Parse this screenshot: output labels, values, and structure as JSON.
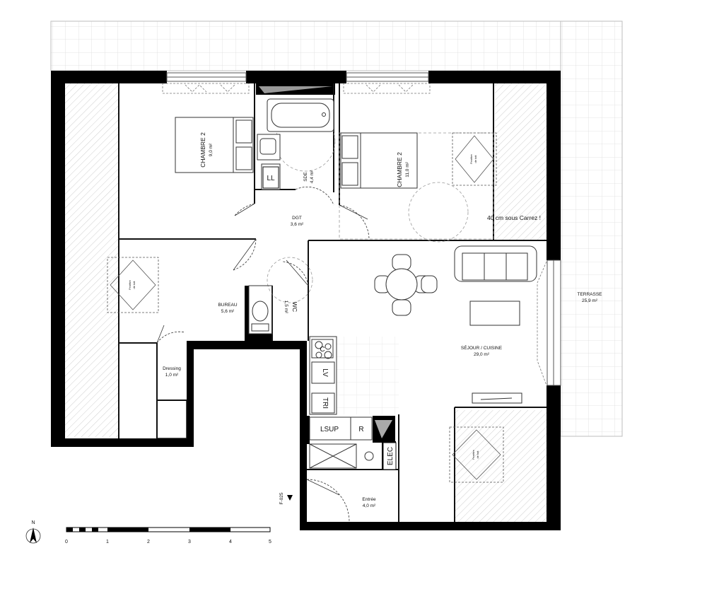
{
  "rooms": {
    "chambre_left": {
      "name": "CHAMBRE 2",
      "area": "9,0 m²"
    },
    "sde": {
      "name": "SDE",
      "area": "4,4 m²"
    },
    "chambre_right": {
      "name": "CHAMBRE 2",
      "area": "11,0 m²"
    },
    "dgt": {
      "name": "DGT",
      "area": "3,6 m²"
    },
    "bureau": {
      "name": "BUREAU",
      "area": "5,6 m²"
    },
    "wc": {
      "name": "WC",
      "area": "1,5 m²"
    },
    "dressing": {
      "name": "Dressing",
      "area": "1,0 m²"
    },
    "sejour": {
      "name": "SÉJOUR / CUISINE",
      "area": "29,0 m²"
    },
    "entree": {
      "name": "Entrée",
      "area": "4,0 m²"
    },
    "terrasse": {
      "name": "TERRASSE",
      "area": "25,9 m²"
    }
  },
  "annotations": {
    "carrez_note": "40 cm sous Carrez !",
    "entry_ref": "F-025"
  },
  "equipment": {
    "ll": "LL",
    "cooktop": "C",
    "lv": "LV",
    "tri": "TRI",
    "lsup": "LSUP",
    "r": "R",
    "elec": "ELEC"
  },
  "skylights": {
    "label_line1": "Fenêtre",
    "label_line2": "de toit"
  },
  "scale": {
    "ticks": [
      "0",
      "1",
      "2",
      "3",
      "4",
      "5"
    ]
  },
  "north": {
    "label": "N"
  },
  "colors": {
    "wall": "#000000",
    "line": "#333333",
    "hatch": "#cfcfcf",
    "grid": "#d8d8d8"
  }
}
